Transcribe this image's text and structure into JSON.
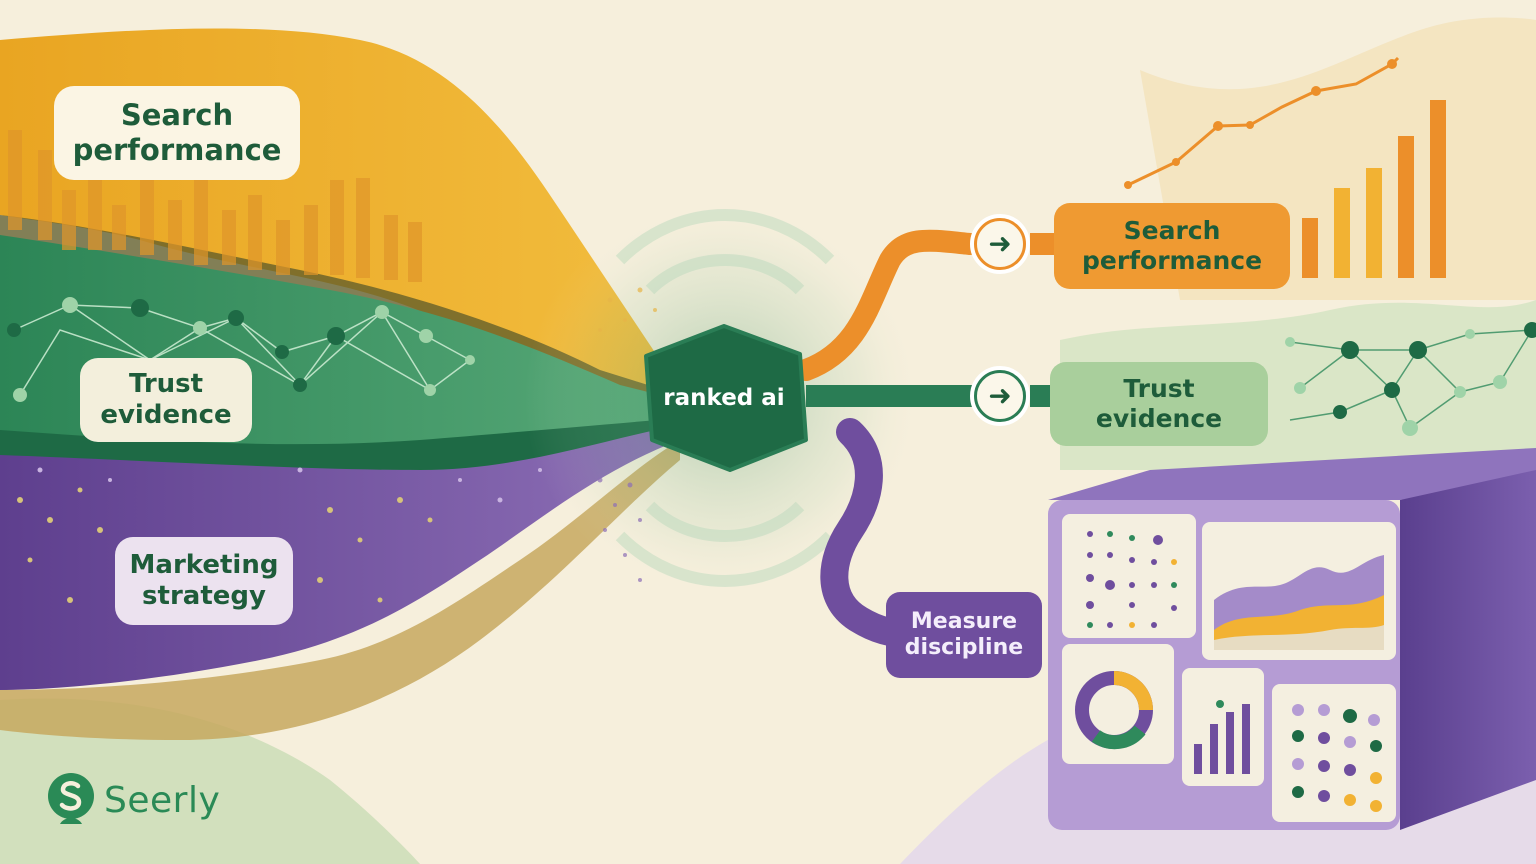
{
  "brand": {
    "name": "Seerly"
  },
  "hub": {
    "label": "ranked ai"
  },
  "inputs": [
    {
      "lines": [
        "Search",
        "performance"
      ]
    },
    {
      "lines": [
        "Trust",
        "evidence"
      ]
    },
    {
      "lines": [
        "Marketing",
        "strategy"
      ]
    }
  ],
  "outputs": [
    {
      "lines": [
        "Search",
        "performance"
      ]
    },
    {
      "lines": [
        "Trust",
        "evidence"
      ]
    },
    {
      "lines": [
        "Measure",
        "discipline"
      ]
    }
  ],
  "icons": {
    "arrow": "right-arrow-icon",
    "logo": "seerly-logo-icon"
  },
  "colors": {
    "yellow": "#f0b22e",
    "orange": "#ec8f2a",
    "green": "#2f8a5c",
    "dark_green": "#1e6a45",
    "purple": "#6f4e9e",
    "light_purple": "#b9a2d3",
    "cream": "#f6efdc",
    "label_text": "#1e5c3a"
  }
}
